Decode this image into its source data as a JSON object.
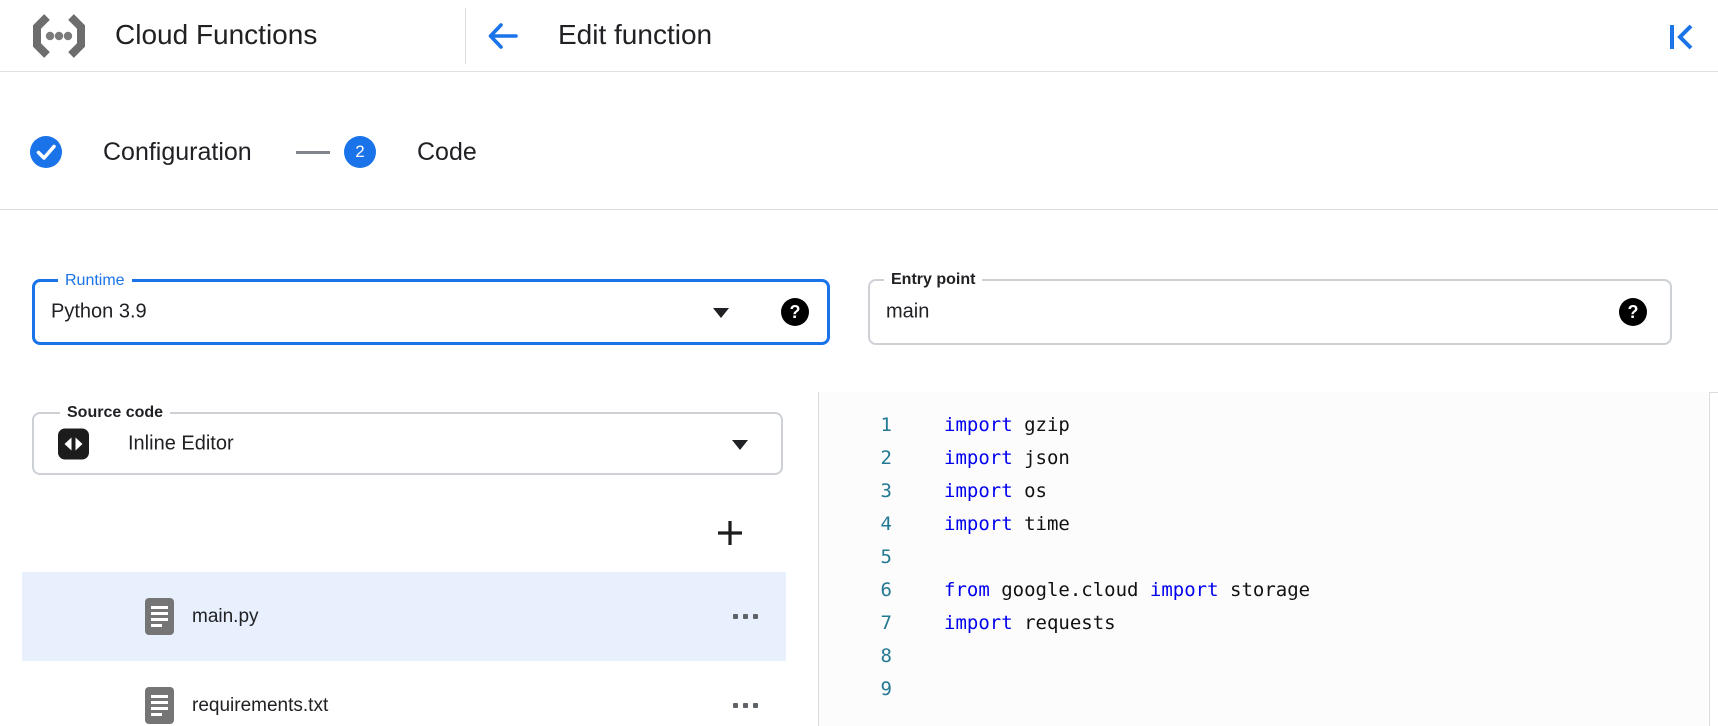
{
  "colors": {
    "accent": "#1a73e8",
    "selection": "#e8f0fe",
    "keyword": "#0000ee",
    "line_number": "#237893",
    "header_text": "#202124"
  },
  "header": {
    "logo_icon": "cloud-functions-logo",
    "app_title": "Cloud Functions",
    "back_icon": "arrow-back",
    "page_title": "Edit function",
    "collapse_icon": "collapse-panel-left"
  },
  "stepper": {
    "steps": [
      {
        "label": "Configuration",
        "state": "completed",
        "icon": "check"
      },
      {
        "label": "Code",
        "state": "current",
        "number": "2"
      }
    ]
  },
  "form": {
    "runtime": {
      "label": "Runtime",
      "value": "Python 3.9",
      "focused": true,
      "caret_icon": "dropdown-caret",
      "help_icon": "help-question"
    },
    "entry_point": {
      "label": "Entry point",
      "value": "main",
      "help_icon": "help-question"
    },
    "source_code": {
      "label": "Source code",
      "value": "Inline Editor",
      "box_icon": "code-brackets",
      "caret_icon": "dropdown-caret"
    }
  },
  "file_browser": {
    "add_icon": "add-file-plus",
    "files": [
      {
        "name": "main.py",
        "selected": true,
        "icon": "document",
        "menu_icon": "more-horizontal"
      },
      {
        "name": "requirements.txt",
        "selected": false,
        "icon": "document",
        "menu_icon": "more-horizontal"
      }
    ]
  },
  "editor": {
    "language": "python",
    "lines": [
      {
        "number": "1",
        "tokens": [
          {
            "kw": true,
            "t": "import"
          },
          {
            "kw": false,
            "t": " gzip"
          }
        ]
      },
      {
        "number": "2",
        "tokens": [
          {
            "kw": true,
            "t": "import"
          },
          {
            "kw": false,
            "t": " json"
          }
        ]
      },
      {
        "number": "3",
        "tokens": [
          {
            "kw": true,
            "t": "import"
          },
          {
            "kw": false,
            "t": " os"
          }
        ]
      },
      {
        "number": "4",
        "tokens": [
          {
            "kw": true,
            "t": "import"
          },
          {
            "kw": false,
            "t": " time"
          }
        ]
      },
      {
        "number": "5",
        "tokens": []
      },
      {
        "number": "6",
        "tokens": [
          {
            "kw": true,
            "t": "from"
          },
          {
            "kw": false,
            "t": " google.cloud "
          },
          {
            "kw": true,
            "t": "import"
          },
          {
            "kw": false,
            "t": " storage"
          }
        ]
      },
      {
        "number": "7",
        "tokens": [
          {
            "kw": true,
            "t": "import"
          },
          {
            "kw": false,
            "t": " requests"
          }
        ]
      },
      {
        "number": "8",
        "tokens": []
      },
      {
        "number": "9",
        "tokens": []
      }
    ]
  }
}
